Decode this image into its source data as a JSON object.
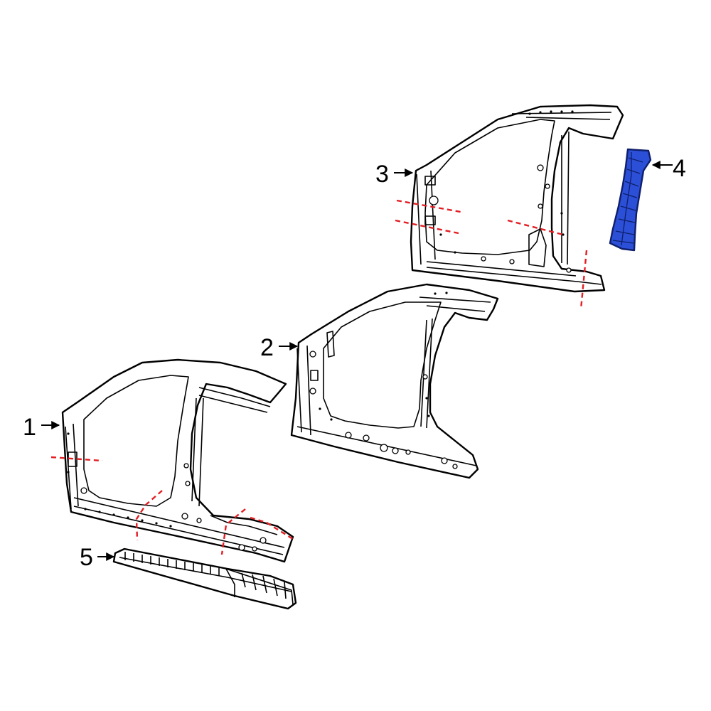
{
  "callouts": [
    {
      "id": "1",
      "label": "1"
    },
    {
      "id": "2",
      "label": "2"
    },
    {
      "id": "3",
      "label": "3"
    },
    {
      "id": "4",
      "label": "4"
    },
    {
      "id": "5",
      "label": "5"
    }
  ],
  "colors": {
    "line": "#000000",
    "cut_line": "#e31e24",
    "highlight_fill": "#2b4fd6",
    "highlight_stroke": "#0f1f6b",
    "background": "#ffffff"
  },
  "highlighted_part": "4"
}
